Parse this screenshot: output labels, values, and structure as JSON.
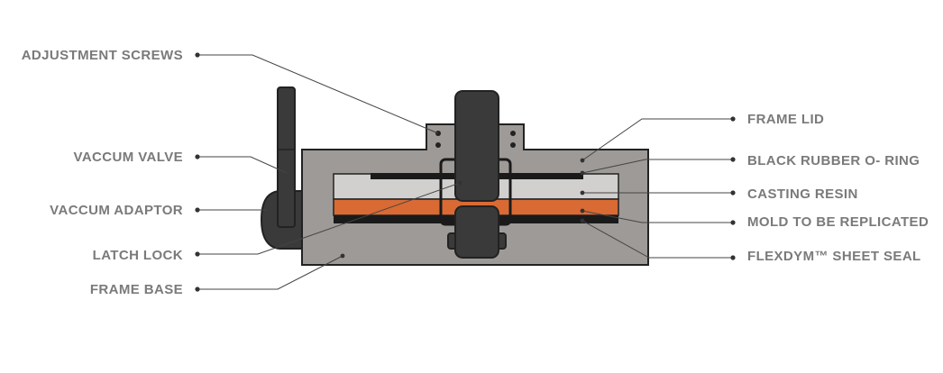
{
  "colors": {
    "label_text": "#7a7a7a",
    "leader_line": "#444444",
    "dot": "#333333",
    "frame_gray": "#9e9a97",
    "dark_part": "#3a3a3a",
    "outline": "#222222",
    "resin": "#d2d0ce",
    "mold": "#d96a34",
    "seal": "#1a1a1a"
  },
  "labels": {
    "left": {
      "adjustment_screws": "ADJUSTMENT SCREWS",
      "vaccum_valve": "VACCUM VALVE",
      "vaccum_adaptor": "VACCUM ADAPTOR",
      "latch_lock": "LATCH LOCK",
      "frame_base": "FRAME BASE"
    },
    "right": {
      "frame_lid": "FRAME LID",
      "black_rubber_o_ring": "BLACK RUBBER O- RING",
      "casting_resin": "CASTING RESIN",
      "mold_to_be_replicated": "MOLD TO BE REPLICATED",
      "flexdym_sheet_seal": "FLEXDYM™ SHEET SEAL"
    }
  }
}
